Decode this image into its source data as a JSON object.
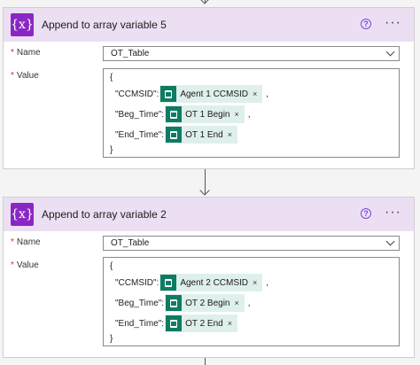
{
  "actions": [
    {
      "title": "Append to array variable 5",
      "icon": "variable-icon",
      "icon_text": "{x}",
      "name_label": "Name",
      "name_value": "OT_Table",
      "value_label": "Value",
      "open_brace": "{",
      "close_brace": "}",
      "lines": [
        {
          "key": "\"CCMSID\":",
          "token": "Agent 1 CCMSID",
          "suffix": ","
        },
        {
          "key": "\"Beg_Time\":",
          "token": "OT 1 Begin",
          "suffix": ","
        },
        {
          "key": "\"End_Time\":",
          "token": "OT 1 End",
          "suffix": ""
        }
      ]
    },
    {
      "title": "Append to array variable 2",
      "icon": "variable-icon",
      "icon_text": "{x}",
      "name_label": "Name",
      "name_value": "OT_Table",
      "value_label": "Value",
      "open_brace": "{",
      "close_brace": "}",
      "lines": [
        {
          "key": "\"CCMSID\":",
          "token": "Agent 2 CCMSID",
          "suffix": ","
        },
        {
          "key": "\"Beg_Time\":",
          "token": "OT 2 Begin",
          "suffix": ","
        },
        {
          "key": "\"End_Time\":",
          "token": "OT 2 End",
          "suffix": ""
        }
      ]
    }
  ],
  "icons": {
    "help": "?",
    "more": "···",
    "remove": "×",
    "required": "*"
  },
  "colors": {
    "header_bg": "#ecdff3",
    "variable_icon": "#8a27c4",
    "token_bg": "#dff0ec",
    "token_icon": "#0f7b63"
  }
}
